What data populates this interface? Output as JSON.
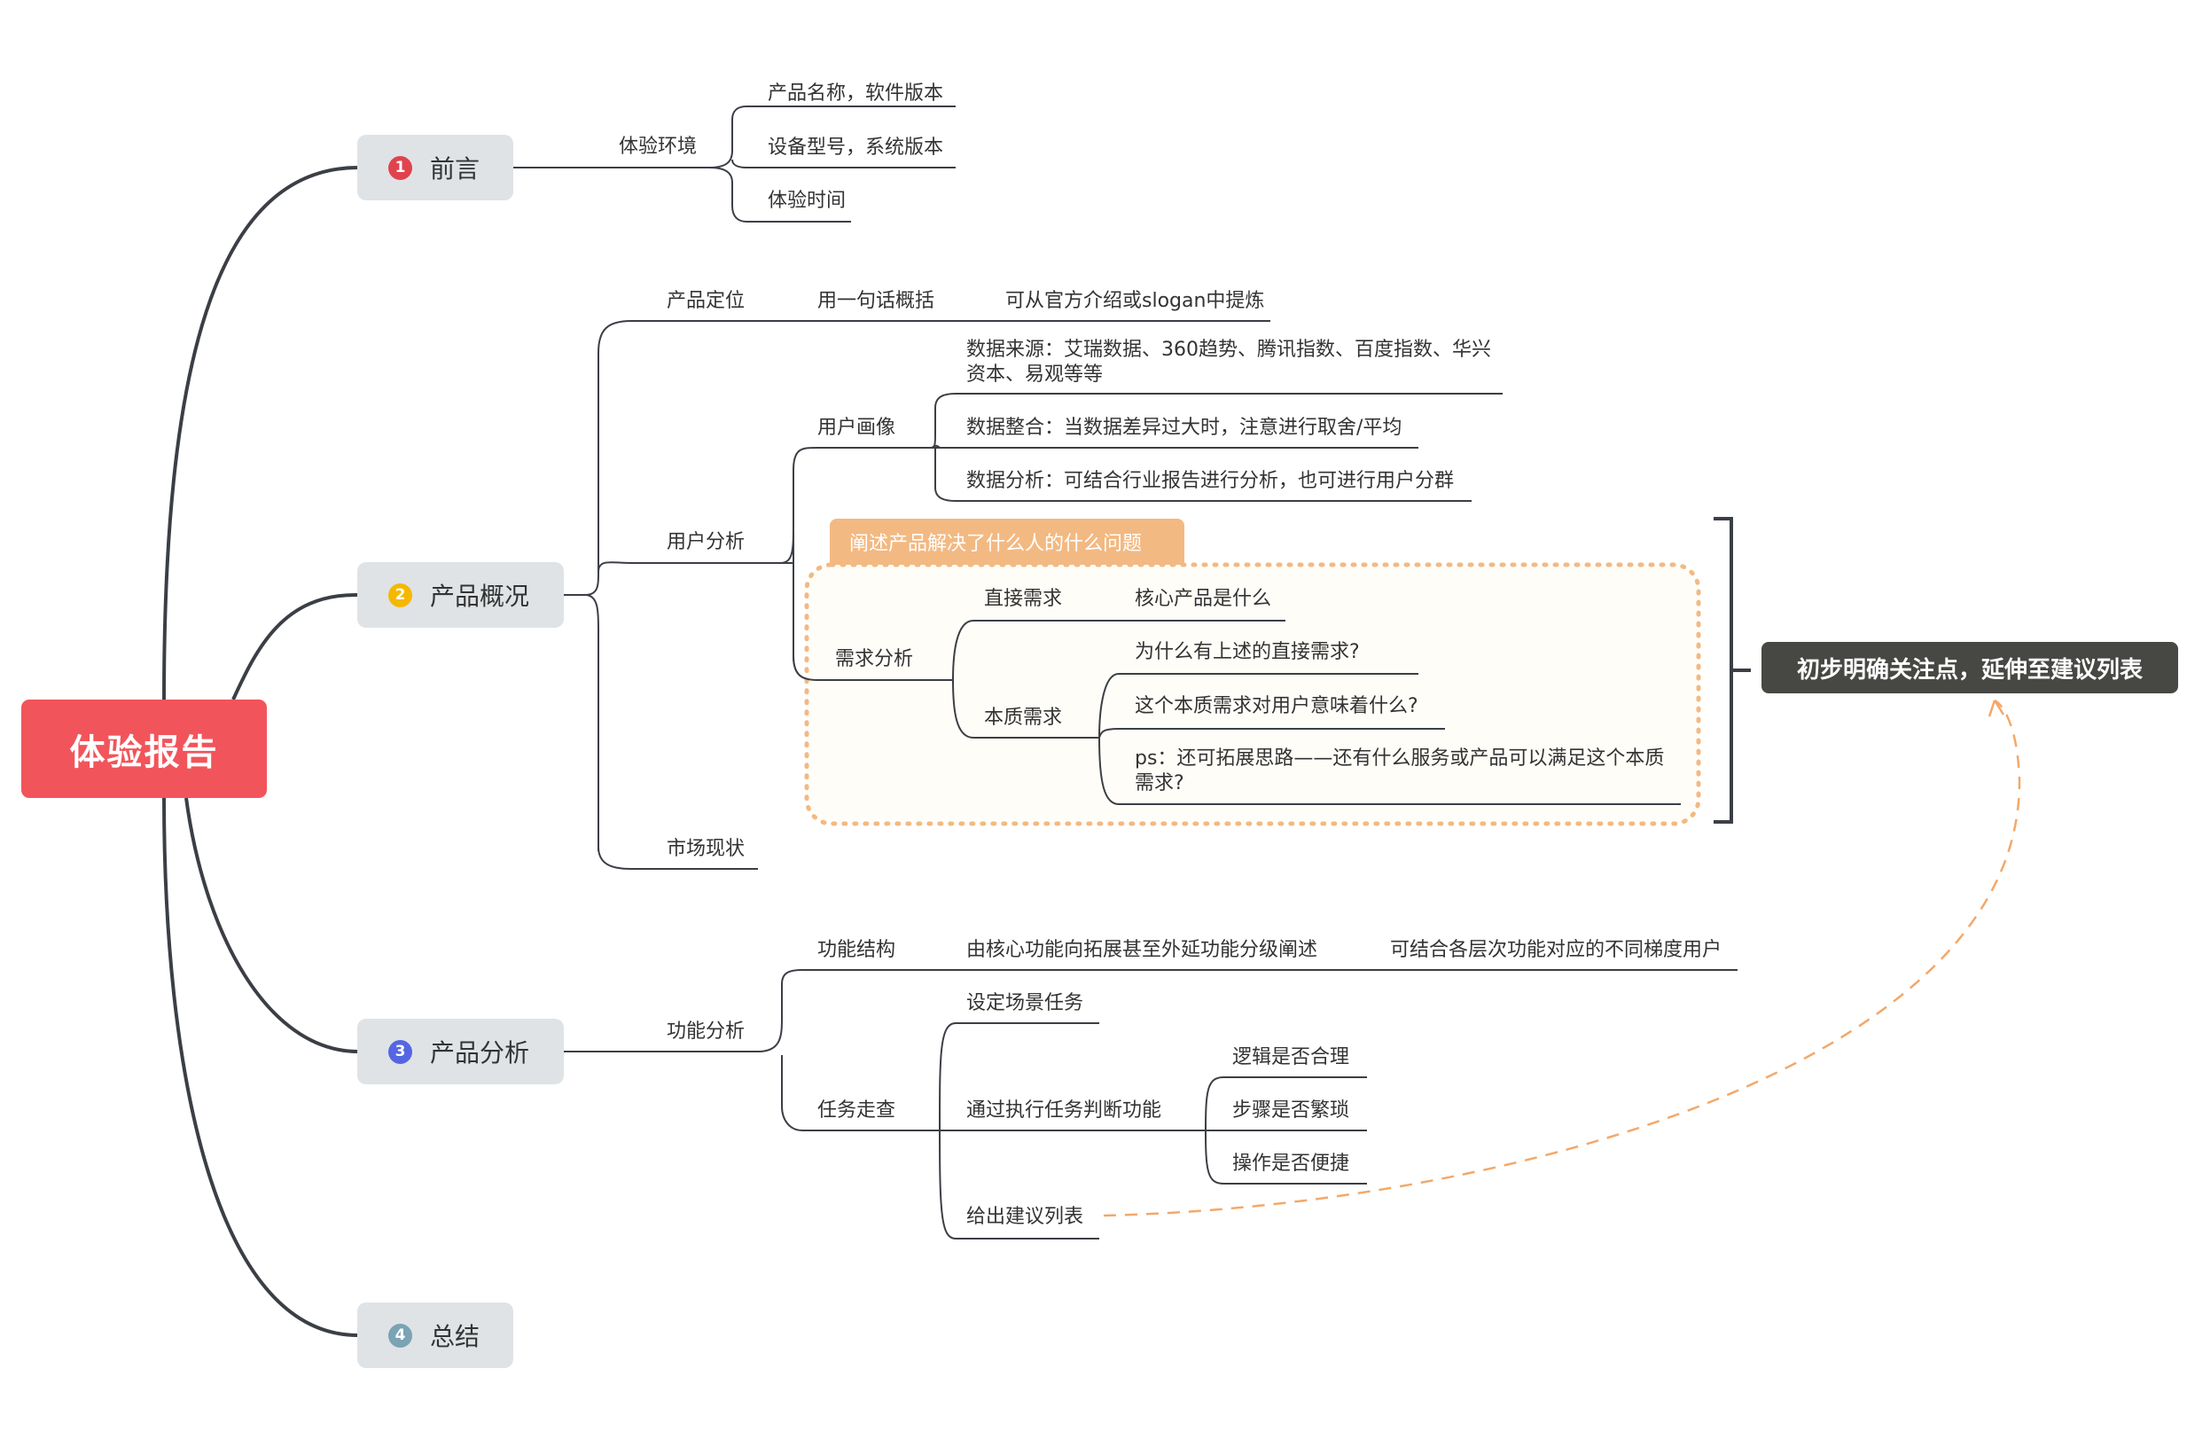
{
  "root": {
    "label": "体验报告",
    "color": "#f2545b"
  },
  "branches": [
    {
      "num": "1",
      "label": "前言",
      "badge_color": "#e0434d"
    },
    {
      "num": "2",
      "label": "产品概况",
      "badge_color": "#f5b800"
    },
    {
      "num": "3",
      "label": "产品分析",
      "badge_color": "#5566e3"
    },
    {
      "num": "4",
      "label": "总结",
      "badge_color": "#7aa3b3"
    }
  ],
  "preface": {
    "env": "体验环境",
    "items": [
      "产品名称，软件版本",
      "设备型号，系统版本",
      "体验时间"
    ]
  },
  "overview": {
    "positioning": {
      "label": "产品定位",
      "summary": "用一句话概括",
      "hint": "可从官方介绍或slogan中提炼"
    },
    "user_analysis": {
      "label": "用户分析",
      "portrait": {
        "label": "用户画像",
        "items": [
          "数据来源：艾瑞数据、360趋势、腾讯指数、百度指数、华兴资本、易观等等",
          "数据整合：当数据差异过大时，注意进行取舍/平均",
          "数据分析：可结合行业报告进行分析，也可进行用户分群"
        ]
      },
      "demand_tag": "阐述产品解决了什么人的什么问题",
      "demand": {
        "label": "需求分析",
        "direct": {
          "label": "直接需求",
          "item": "核心产品是什么"
        },
        "essential": {
          "label": "本质需求",
          "items": [
            "为什么有上述的直接需求?",
            "这个本质需求对用户意味着什么?",
            "ps：还可拓展思路——还有什么服务或产品可以满足这个本质需求?"
          ]
        }
      }
    },
    "market": "市场现状"
  },
  "analysis": {
    "function_analysis": "功能分析",
    "structure": {
      "label": "功能结构",
      "item": "由核心功能向拓展甚至外延功能分级阐述",
      "hint": "可结合各层次功能对应的不同梯度用户"
    },
    "walkthrough": {
      "label": "任务走查",
      "scenario": "设定场景任务",
      "judge": {
        "label": "通过执行任务判断功能",
        "items": [
          "逻辑是否合理",
          "步骤是否繁琐",
          "操作是否便捷"
        ]
      },
      "suggest": "给出建议列表"
    }
  },
  "callout": "初步明确关注点，延伸至建议列表",
  "colors": {
    "line": "#3b3f45",
    "orange": "#f3b982",
    "orange_dashed": "#f3a86a",
    "callout_bg": "#474844"
  }
}
